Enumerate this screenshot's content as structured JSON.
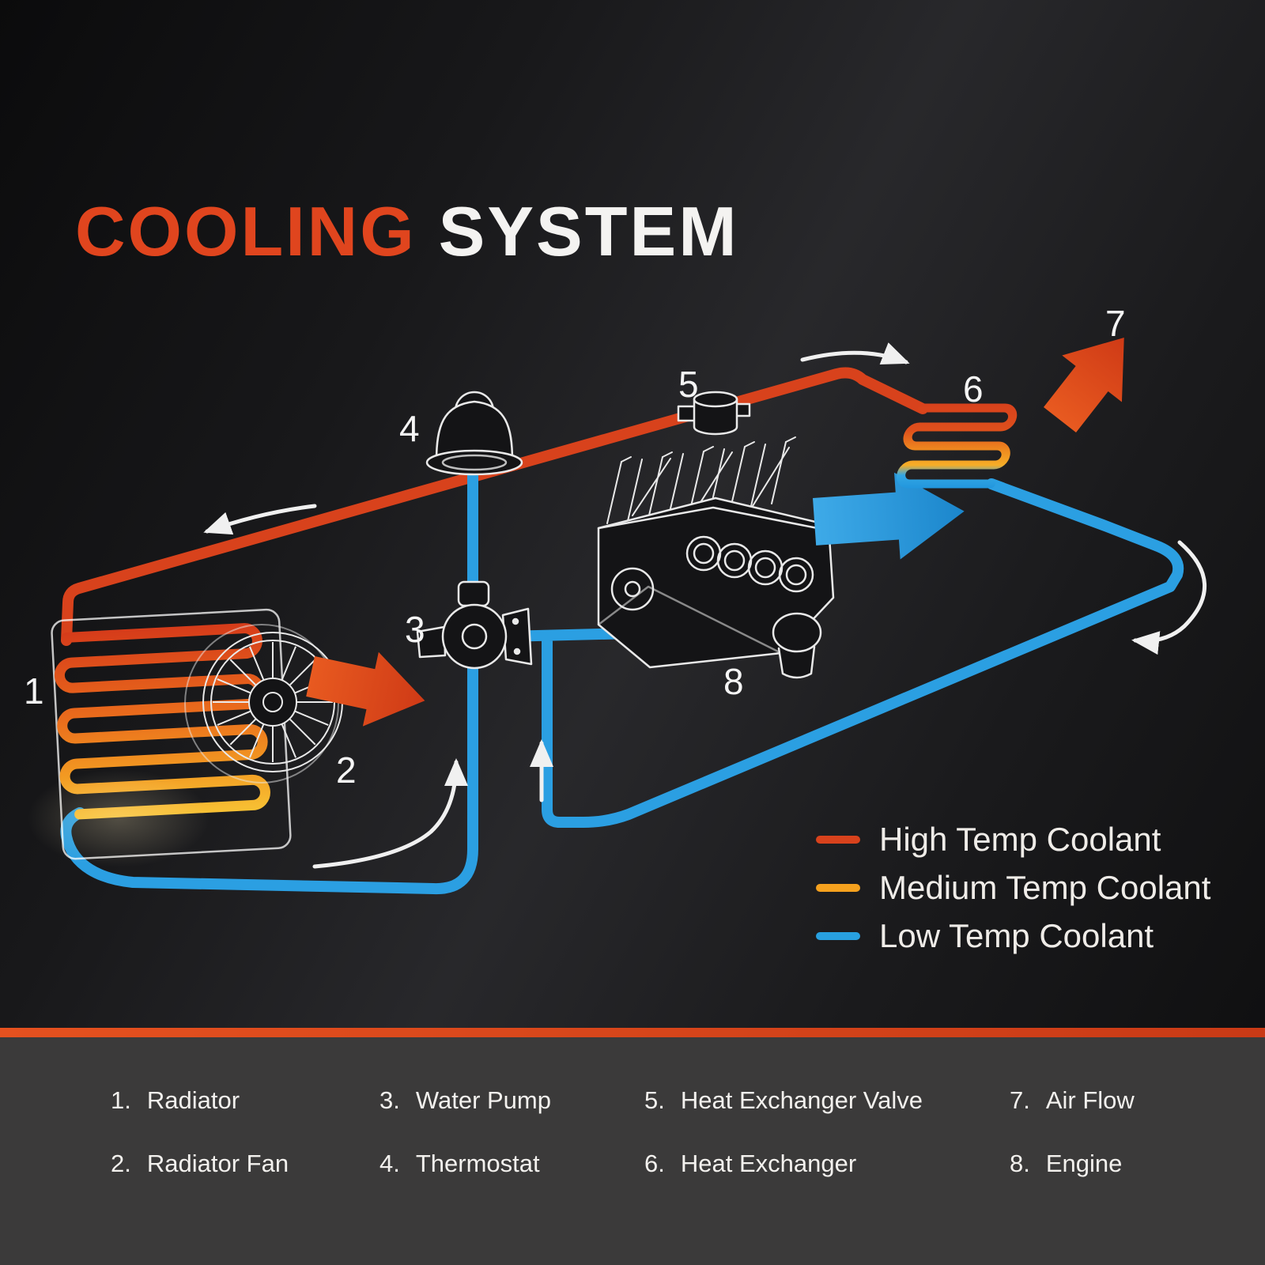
{
  "title": {
    "highlight": "COOLING",
    "rest": "SYSTEM"
  },
  "legend": {
    "items": [
      {
        "label": "High Temp Coolant",
        "color": "#d8421c"
      },
      {
        "label": "Medium Temp Coolant",
        "color": "#f5a11e"
      },
      {
        "label": "Low Temp Coolant",
        "color": "#28a0e0"
      }
    ]
  },
  "diagram": {
    "type": "engine-cooling-system-schematic",
    "labels": [
      "1",
      "2",
      "3",
      "4",
      "5",
      "6",
      "7",
      "8"
    ],
    "colors": {
      "high_temp": "#d8421c",
      "medium_temp": "#f5a11e",
      "low_temp": "#28a0e0",
      "line_art": "#e9e9e9"
    }
  },
  "parts": [
    {
      "num": "1.",
      "name": "Radiator"
    },
    {
      "num": "2.",
      "name": "Radiator Fan"
    },
    {
      "num": "3.",
      "name": "Water Pump"
    },
    {
      "num": "4.",
      "name": "Thermostat"
    },
    {
      "num": "5.",
      "name": "Heat Exchanger Valve"
    },
    {
      "num": "6.",
      "name": "Heat Exchanger"
    },
    {
      "num": "7.",
      "name": "Air Flow"
    },
    {
      "num": "8.",
      "name": "Engine"
    }
  ]
}
